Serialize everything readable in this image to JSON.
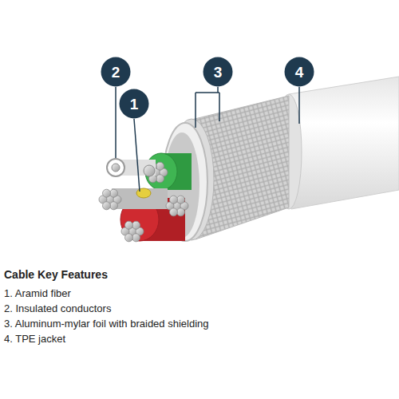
{
  "diagram": {
    "title": "Cable Key Features",
    "nodes": [
      {
        "text": [
          "2"
        ]
      },
      {
        "text": [
          "3"
        ]
      },
      {
        "text": [
          "4"
        ]
      },
      {
        "text": [
          "1"
        ]
      }
    ],
    "labels": [
      "1. Aramid fiber",
      "2. Insulated conductors",
      "3. Aluminum-mylar foil with braided shielding",
      "4. TPE jacket"
    ]
  }
}
